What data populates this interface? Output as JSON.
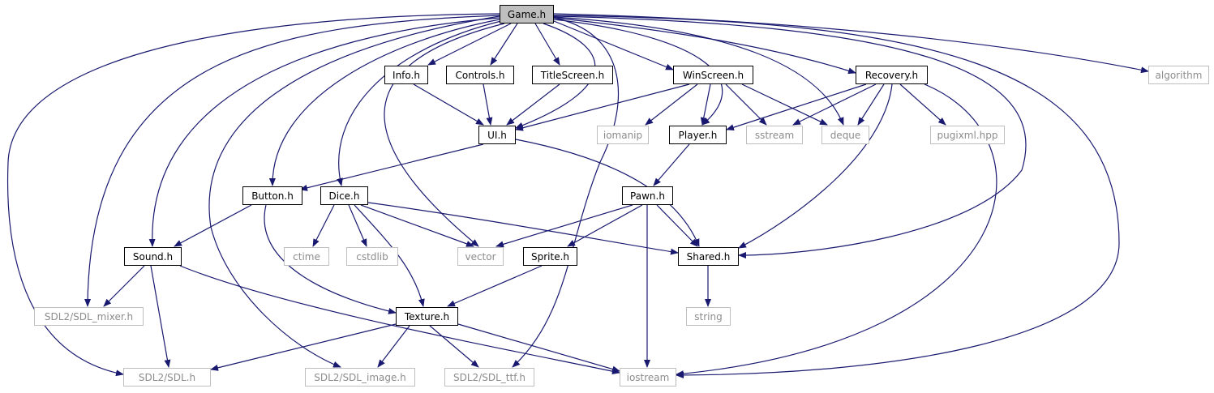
{
  "diagram": {
    "edge_color": "#191970",
    "root_fill": "#bfbfbf",
    "system_border": "#bfbfbf",
    "nodes": {
      "game": "Game.h",
      "info": "Info.h",
      "controls": "Controls.h",
      "titlescreen": "TitleScreen.h",
      "winscreen": "WinScreen.h",
      "recovery": "Recovery.h",
      "algorithm": "algorithm",
      "ui": "UI.h",
      "iomanip": "iomanip",
      "player": "Player.h",
      "sstream": "sstream",
      "deque": "deque",
      "pugixml": "pugixml.hpp",
      "button": "Button.h",
      "dice": "Dice.h",
      "pawn": "Pawn.h",
      "sound": "Sound.h",
      "ctime": "ctime",
      "cstdlib": "cstdlib",
      "vector": "vector",
      "sprite": "Sprite.h",
      "shared": "Shared.h",
      "sdl_mixer": "SDL2/SDL_mixer.h",
      "texture": "Texture.h",
      "string": "string",
      "sdl": "SDL2/SDL.h",
      "sdl_image": "SDL2/SDL_image.h",
      "sdl_ttf": "SDL2/SDL_ttf.h",
      "iostream": "iostream"
    }
  }
}
